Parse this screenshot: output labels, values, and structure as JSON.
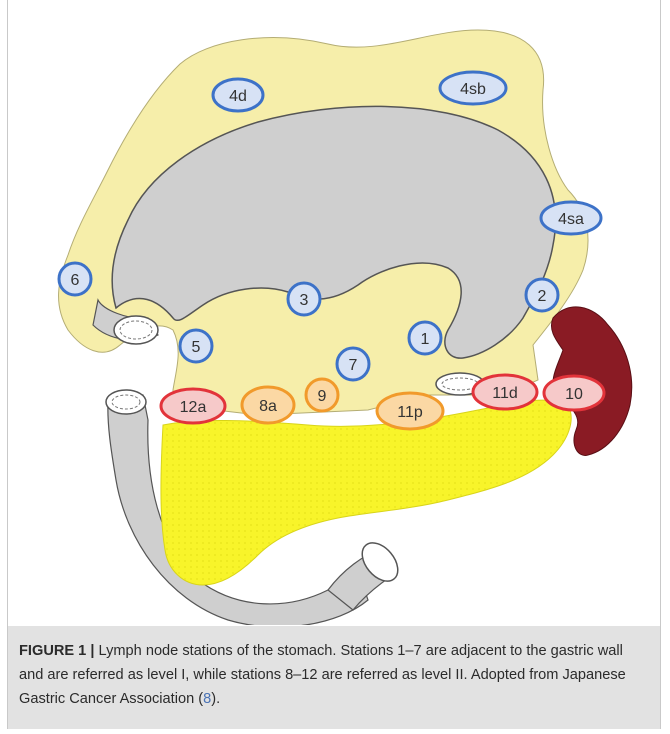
{
  "diagram": {
    "nodes": [
      {
        "id": "4d",
        "label": "4d",
        "group": "level-I"
      },
      {
        "id": "4sb",
        "label": "4sb",
        "group": "level-I"
      },
      {
        "id": "4sa",
        "label": "4sa",
        "group": "level-I"
      },
      {
        "id": "6",
        "label": "6",
        "group": "level-I"
      },
      {
        "id": "2",
        "label": "2",
        "group": "level-I"
      },
      {
        "id": "3",
        "label": "3",
        "group": "level-I"
      },
      {
        "id": "1",
        "label": "1",
        "group": "level-I"
      },
      {
        "id": "5",
        "label": "5",
        "group": "level-I"
      },
      {
        "id": "7",
        "label": "7",
        "group": "level-I"
      },
      {
        "id": "9",
        "label": "9",
        "group": "level-II-orange"
      },
      {
        "id": "8a",
        "label": "8a",
        "group": "level-II-orange"
      },
      {
        "id": "11p",
        "label": "11p",
        "group": "level-II-orange"
      },
      {
        "id": "12a",
        "label": "12a",
        "group": "level-II-red"
      },
      {
        "id": "11d",
        "label": "11d",
        "group": "level-II-red"
      },
      {
        "id": "10",
        "label": "10",
        "group": "level-II-red"
      }
    ],
    "colors": {
      "omentum": "#f6eeaa",
      "stomach": "#cfcfcf",
      "pancreas": "#f8f42a",
      "spleen": "#8a1b24",
      "level_I_fill": "#d7e2f5",
      "level_I_stroke": "#3d72c8",
      "level_II_orange_fill": "#fbd8a4",
      "level_II_orange_stroke": "#f19a2b",
      "level_II_red_fill": "#f6c9c9",
      "level_II_red_stroke": "#e2333a"
    }
  },
  "caption": {
    "label": "FIGURE 1 |",
    "text_before_ref": " Lymph node stations of the stomach. Stations 1–7 are adjacent to the gastric wall and are referred as level I, while stations 8–12 are referred as level II. Adopted from Japanese Gastric Cancer Association (",
    "ref": "8",
    "text_after_ref": ")."
  }
}
